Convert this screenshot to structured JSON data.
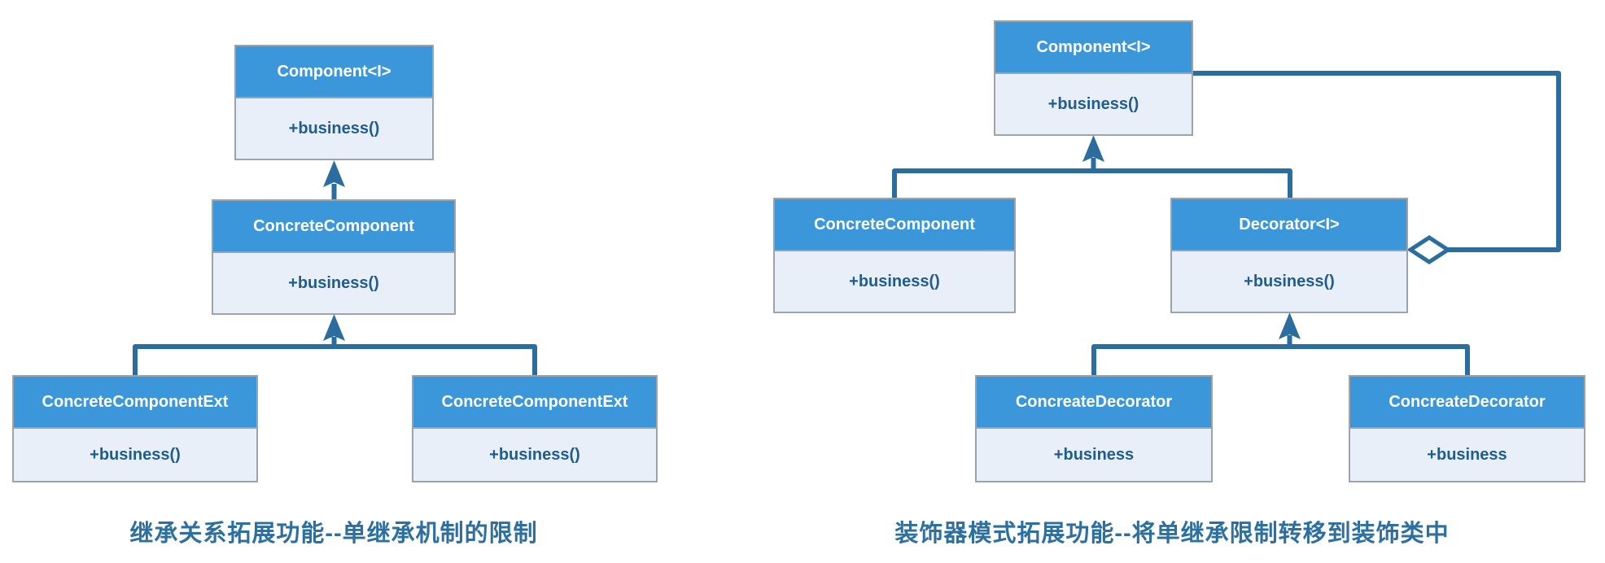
{
  "colors": {
    "class_header_blue": "#3b97d9",
    "class_body_bg": "#e9eff8",
    "box_border_gray": "#9da3ab",
    "connector_blue": "#2b6d9e",
    "member_text_blue": "#1f5c8f",
    "caption_text_blue": "#2d6f9f",
    "header_text": "#ffffff",
    "background": "#ffffff"
  },
  "left_diagram": {
    "caption": "继承关系拓展功能--单继承机制的限制",
    "classes": [
      {
        "name": "Component<I>",
        "members": [
          "+business()"
        ]
      },
      {
        "name": "ConcreteComponent",
        "members": [
          "+business()"
        ]
      },
      {
        "name": "ConcreteComponentExt",
        "members": [
          "+business()"
        ]
      },
      {
        "name": "ConcreteComponentExt",
        "members": [
          "+business()"
        ]
      }
    ],
    "relations": [
      "ConcreteComponent --|> Component<I>",
      "ConcreteComponentExt --|> ConcreteComponent",
      "ConcreteComponentExt --|> ConcreteComponent"
    ]
  },
  "right_diagram": {
    "caption": "装饰器模式拓展功能--将单继承限制转移到装饰类中",
    "classes": [
      {
        "name": "Component<I>",
        "members": [
          "+business()"
        ]
      },
      {
        "name": "ConcreteComponent",
        "members": [
          "+business()"
        ]
      },
      {
        "name": "Decorator<I>",
        "members": [
          "+business()"
        ]
      },
      {
        "name": "ConcreateDecorator",
        "members": [
          "+business"
        ]
      },
      {
        "name": "ConcreateDecorator",
        "members": [
          "+business"
        ]
      }
    ],
    "relations": [
      "ConcreteComponent --|> Component<I>",
      "Decorator<I> --|> Component<I>",
      "Decorator<I> o-- Component<I>",
      "ConcreateDecorator --|> Decorator<I>",
      "ConcreateDecorator --|> Decorator<I>"
    ]
  }
}
